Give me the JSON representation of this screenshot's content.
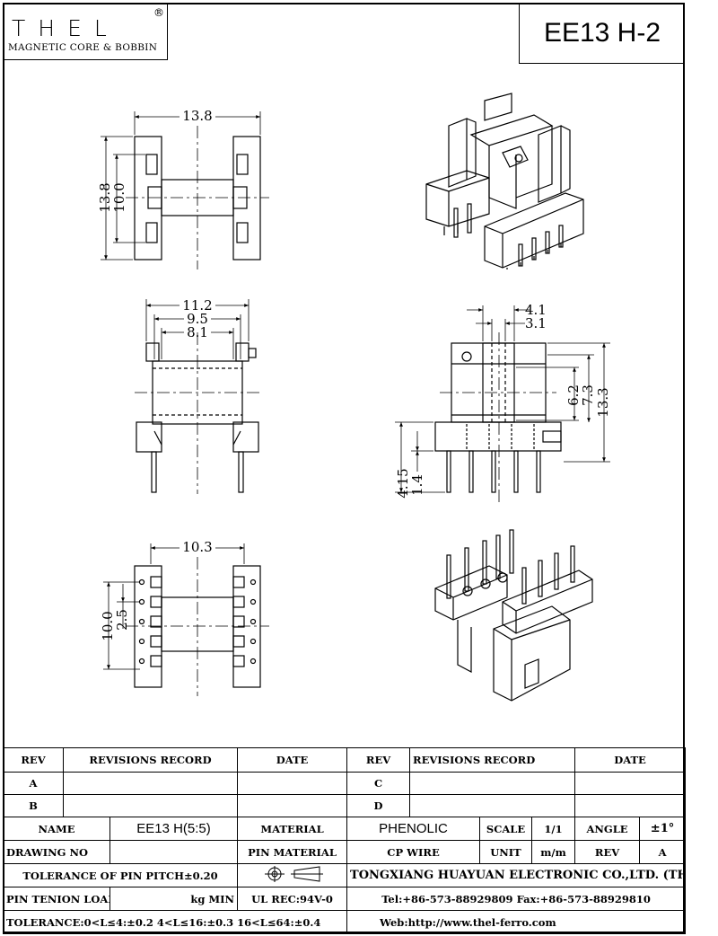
{
  "header": {
    "logo": "THEL",
    "logo_mark": "®",
    "subtitle": "MAGNETIC CORE & BOBBIN",
    "part_number": "EE13 H-2"
  },
  "dimensions": {
    "top_width": "13.8",
    "top_height_outer": "13.8",
    "top_height_inner": "10.0",
    "front_w1": "11.2",
    "front_w2": "9.5",
    "front_w3": "8.1",
    "side_w1": "4.1",
    "side_w2": "3.1",
    "side_h1": "6.2",
    "side_h2": "7.3",
    "side_h3": "13.3",
    "pin_len1": "4.15",
    "pin_len2": "1.4",
    "bottom_width": "10.3",
    "bottom_height": "10.0",
    "pin_pitch": "2.5"
  },
  "title_block": {
    "rev_header": "REV",
    "records_header": "REVISIONS RECORD",
    "date_header": "DATE",
    "rev_a": "A",
    "rev_b": "B",
    "rev_c": "C",
    "rev_d": "D",
    "name_label": "NAME",
    "name_value": "EE13 H(5:5)",
    "material_label": "MATERIAL",
    "material_value": "PHENOLIC",
    "scale_label": "SCALE",
    "scale_value": "1/1",
    "angle_label": "ANGLE",
    "angle_value": "±1°",
    "drawing_no_label": "DRAWING NO",
    "pin_material_label": "PIN MATERIAL",
    "pin_material_value": "CP WIRE",
    "unit_label": "UNIT",
    "unit_value": "m/m",
    "rev_label": "REV",
    "rev_value": "A",
    "tolerance_pitch": "TOLERANCE OF PIN PITCH±0.20",
    "company": "TONGXIANG HUAYUAN ELECTRONIC CO.,LTD.  (THEL)",
    "pin_tension_label": "PIN TENION LOAD",
    "pin_tension_unit": "kg MIN",
    "ul_rec": "UL REC:94V-0",
    "tel": "Tel:+86-573-88929809 Fax:+86-573-88929810",
    "tolerance": "TOLERANCE:0<L≤4:±0.2  4<L≤16:±0.3  16<L≤64:±0.4",
    "web": "Web:http://www.thel-ferro.com"
  }
}
